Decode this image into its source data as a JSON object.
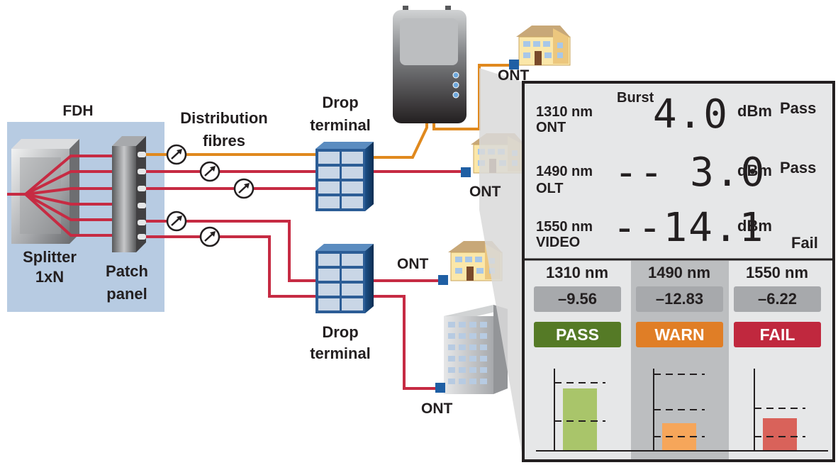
{
  "labels": {
    "fdh": "FDH",
    "splitter": "Splitter",
    "splitter_ratio": "1xN",
    "patch_panel_1": "Patch",
    "patch_panel_2": "panel",
    "distribution_1": "Distribution",
    "distribution_2": "fibres",
    "drop_terminal_top_1": "Drop",
    "drop_terminal_top_2": "terminal",
    "drop_terminal_bottom_1": "Drop",
    "drop_terminal_bottom_2": "terminal",
    "ont_top": "ONT",
    "ont_mid": "ONT",
    "ont_low": "ONT",
    "ont_bottom": "ONT"
  },
  "meter": {
    "burst": "Burst",
    "rows": [
      {
        "wavelength": "1310 nm",
        "source": "ONT",
        "value": "4.0",
        "prefix": "",
        "unit": "dBm",
        "status": "Pass"
      },
      {
        "wavelength": "1490 nm",
        "source": "OLT",
        "value": "3.0",
        "prefix": "--",
        "unit": "dBm",
        "status": "Pass"
      },
      {
        "wavelength": "1550 nm",
        "source": "VIDEO",
        "value": "14.1",
        "prefix": "--",
        "unit": "dBm",
        "status": "Fail"
      }
    ],
    "columns": [
      {
        "wavelength": "1310 nm",
        "reading": "–9.56",
        "verdict": "PASS",
        "color": "#557a26",
        "bar_color": "#a9c56a",
        "level": 0.76
      },
      {
        "wavelength": "1490 nm",
        "reading": "–12.83",
        "verdict": "WARN",
        "color": "#e07e26",
        "bar_color": "#f6a65a",
        "level": 0.34
      },
      {
        "wavelength": "1550 nm",
        "reading": "–6.22",
        "verdict": "FAIL",
        "color": "#c0283e",
        "bar_color": "#d9625a",
        "level": 0.4
      }
    ]
  },
  "colors": {
    "fibre_lit": "#e0891e",
    "fibre": "#c62b43",
    "fdh_bg": "#b7cbe2",
    "panel_bg": "#e6e7e8",
    "panel_border": "#231f20"
  }
}
